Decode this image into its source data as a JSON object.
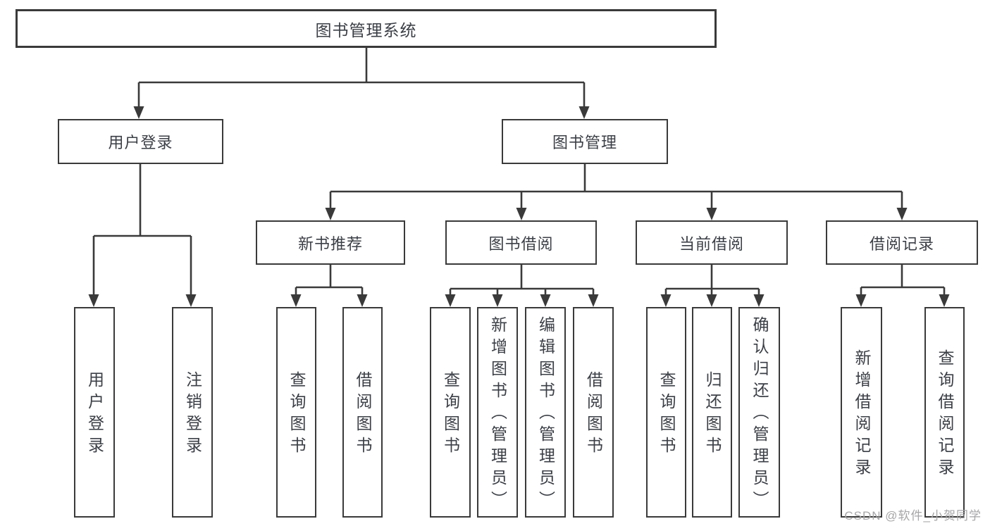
{
  "tree": {
    "label": "图书管理系统",
    "children": [
      {
        "label": "用户登录",
        "children": [
          {
            "label": "用户登录"
          },
          {
            "label": "注销登录"
          }
        ]
      },
      {
        "label": "图书管理",
        "children": [
          {
            "label": "新书推荐",
            "children": [
              {
                "label": "查询图书"
              },
              {
                "label": "借阅图书"
              }
            ]
          },
          {
            "label": "图书借阅",
            "children": [
              {
                "label": "查询图书"
              },
              {
                "label": "新增图书（管理员）"
              },
              {
                "label": "编辑图书（管理员）"
              },
              {
                "label": "借阅图书"
              }
            ]
          },
          {
            "label": "当前借阅",
            "children": [
              {
                "label": "查询图书"
              },
              {
                "label": "归还图书"
              },
              {
                "label": "确认归还（管理员）"
              }
            ]
          },
          {
            "label": "借阅记录",
            "children": [
              {
                "label": "新增借阅记录"
              },
              {
                "label": "查询借阅记录"
              }
            ]
          }
        ]
      }
    ]
  },
  "watermark": "CSDN @软件_小贺同学",
  "colors": {
    "line": "#3a3a3a",
    "text": "#3b3f46",
    "watermark": "#a6a6a8",
    "background": "#ffffff"
  }
}
